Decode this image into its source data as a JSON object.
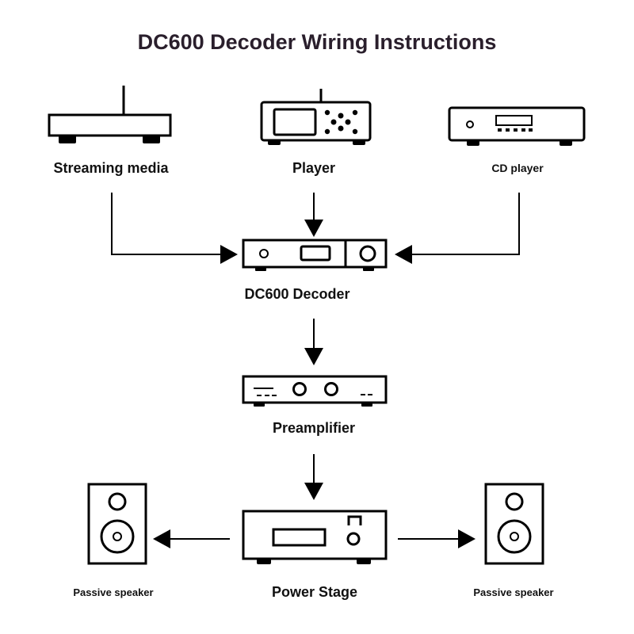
{
  "title": "DC600 Decoder Wiring Instructions",
  "nodes": {
    "streaming": {
      "label": "Streaming media",
      "icon": "router-icon"
    },
    "player": {
      "label": "Player",
      "icon": "media-player-icon"
    },
    "cd": {
      "label": "CD player",
      "icon": "cd-player-icon"
    },
    "decoder": {
      "label": "DC600 Decoder",
      "icon": "decoder-icon"
    },
    "preamp": {
      "label": "Preamplifier",
      "icon": "preamplifier-icon"
    },
    "power": {
      "label": "Power Stage",
      "icon": "power-amplifier-icon"
    },
    "speaker_left": {
      "label": "Passive speaker",
      "icon": "speaker-icon"
    },
    "speaker_right": {
      "label": "Passive speaker",
      "icon": "speaker-icon"
    }
  },
  "connections": [
    {
      "from": "streaming",
      "to": "decoder"
    },
    {
      "from": "player",
      "to": "decoder"
    },
    {
      "from": "cd",
      "to": "decoder"
    },
    {
      "from": "decoder",
      "to": "preamp"
    },
    {
      "from": "preamp",
      "to": "power"
    },
    {
      "from": "power",
      "to": "speaker_left"
    },
    {
      "from": "power",
      "to": "speaker_right"
    }
  ]
}
